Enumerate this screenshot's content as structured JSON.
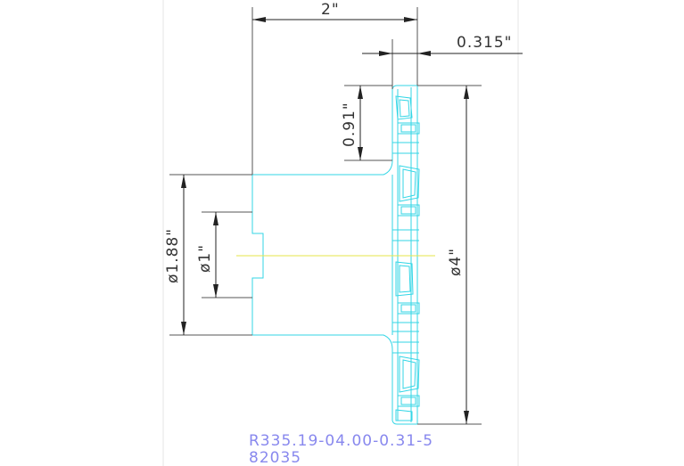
{
  "dimensions": {
    "overall_length": "2\"",
    "width": "0.315\"",
    "tooth_height": "0.91\"",
    "hub_diameter": "ø1.88\"",
    "bore_diameter": "ø1\"",
    "cutter_diameter": "ø4\""
  },
  "part": {
    "code": "R335.19-04.00-0.31-5",
    "number": "82035"
  },
  "colors": {
    "geometry": "#33d6e6",
    "centerline": "#e6e64a",
    "dimension": "#222222",
    "part_text": "#8888ee"
  }
}
